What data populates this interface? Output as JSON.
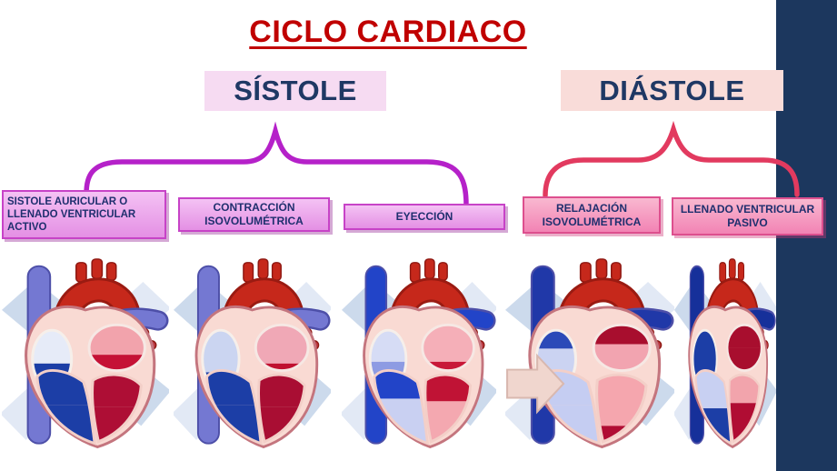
{
  "slide": {
    "title": "CICLO CARDIACO"
  },
  "headers": {
    "systole": {
      "label": "SÍSTOLE"
    },
    "diastole": {
      "label": "DIÁSTOLE"
    }
  },
  "stages": [
    {
      "label": "SISTOLE AURICULAR O LLENADO VENTRICULAR ACTIVO",
      "group": "systole"
    },
    {
      "label": "CONTRACCIÓN ISOVOLUMÉTRICA",
      "group": "systole"
    },
    {
      "label": "EYECCIÓN",
      "group": "systole"
    },
    {
      "label": "RELAJACIÓN ISOVOLUMÉTRICA",
      "group": "diastole"
    },
    {
      "label": "LLENADO VENTRICULAR PASIVO",
      "group": "diastole"
    }
  ],
  "colors": {
    "title": "#C00000",
    "header_text": "#1F3864",
    "stage_text": "#1F2F6E",
    "sidebar": "#1C375E",
    "systole_header_bg": "#F6DBF2",
    "diastole_header_bg": "#F9DCD9",
    "systole_box_bg_top": "#F4C2F4",
    "systole_box_bg": "#E490E4",
    "systole_box_border": "#C743C7",
    "diastole_box_bg_top": "#F9B8D0",
    "diastole_box_bg": "#F283B4",
    "diastole_box_border": "#DD4F8E",
    "systole_brace": "#B521C9",
    "diastole_brace": "#E23A5F"
  },
  "hearts": [
    {
      "name": "heart-sistole-auricular-llenado-activo",
      "ra_top": "#E6EBF8",
      "ra_bot": "#1C3EA6",
      "ra_split": 0.58,
      "rv_top": "#1C3EA6",
      "rv_bot": "#1C3EA6",
      "rv_split": 0.5,
      "la_top": "#F2A3AC",
      "la_bot": "#C51236",
      "la_split": 0.66,
      "lv_top": "#AE0E35",
      "lv_bot": "#AE0E35",
      "lv_split": 0.5,
      "vessel": "#7478D2",
      "arrow": false
    },
    {
      "name": "heart-contraccion-isovolumetrica",
      "ra_top": "#CBD5F1",
      "ra_bot": "#1C3EA6",
      "ra_split": 0.72,
      "rv_top": "#1C3EA6",
      "rv_bot": "#1C3EA6",
      "rv_split": 0.5,
      "la_top": "#F0A8B6",
      "la_bot": "#C01030",
      "la_split": 0.85,
      "lv_top": "#A90E33",
      "lv_bot": "#A90E33",
      "lv_split": 0.5,
      "vessel": "#7478D2",
      "arrow": false
    },
    {
      "name": "heart-eyeccion",
      "ra_top": "#D6DCF5",
      "ra_bot": "#8D9BE3",
      "ra_split": 0.55,
      "rv_top": "#2244C8",
      "rv_bot": "#C9D0F2",
      "rv_split": 0.42,
      "la_top": "#F5AFB8",
      "la_bot": "#C81838",
      "la_split": 0.8,
      "lv_top": "#C01335",
      "lv_bot": "#F4A8B0",
      "lv_split": 0.42,
      "vessel": "#2244C8",
      "arrow": false
    },
    {
      "name": "heart-relajacion-isovolumetrica",
      "ra_top": "#2B4AB8",
      "ra_bot": "#CBD3F2",
      "ra_split": 0.32,
      "rv_top": "#C5CDF2",
      "rv_bot": "#C5CDF2",
      "rv_split": 0.5,
      "la_top": "#A80E2E",
      "la_bot": "#F2A4B0",
      "la_split": 0.42,
      "lv_top": "#F5A6AE",
      "lv_bot": "#B00D33",
      "lv_split": 0.78,
      "vessel": "#2038A8",
      "arrow": true
    },
    {
      "name": "heart-llenado-ventricular-pasivo",
      "ra_top": "#1C3EA6",
      "ra_bot": "#1C3EA6",
      "ra_split": 0.5,
      "rv_top": "#C8D0F2",
      "rv_bot": "#1C3EA6",
      "rv_split": 0.55,
      "la_top": "#A80E2E",
      "la_bot": "#A80E2E",
      "la_split": 0.5,
      "lv_top": "#F2A4AC",
      "lv_bot": "#B00D33",
      "lv_split": 0.45,
      "vessel": "#16309A",
      "arrow": false
    }
  ]
}
